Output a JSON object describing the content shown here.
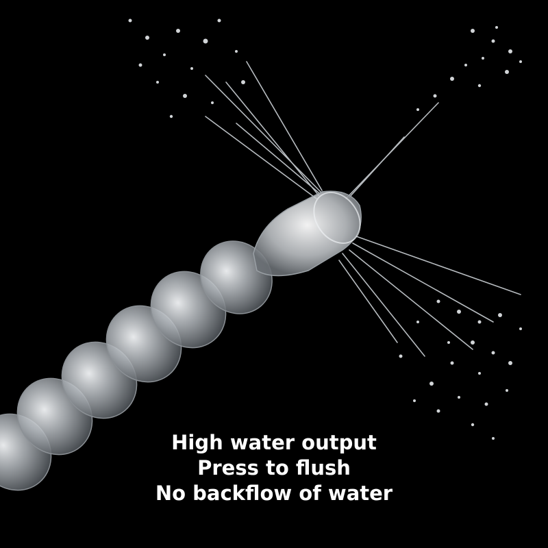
{
  "scene": {
    "background_color": "#000000",
    "subject": "transparent-segmented-silicone-nozzle",
    "effect": "water-jets-spraying-from-tip"
  },
  "caption": {
    "lines": [
      "High water output",
      "Press to flush",
      "No backflow of water"
    ],
    "color": "#ffffff"
  }
}
